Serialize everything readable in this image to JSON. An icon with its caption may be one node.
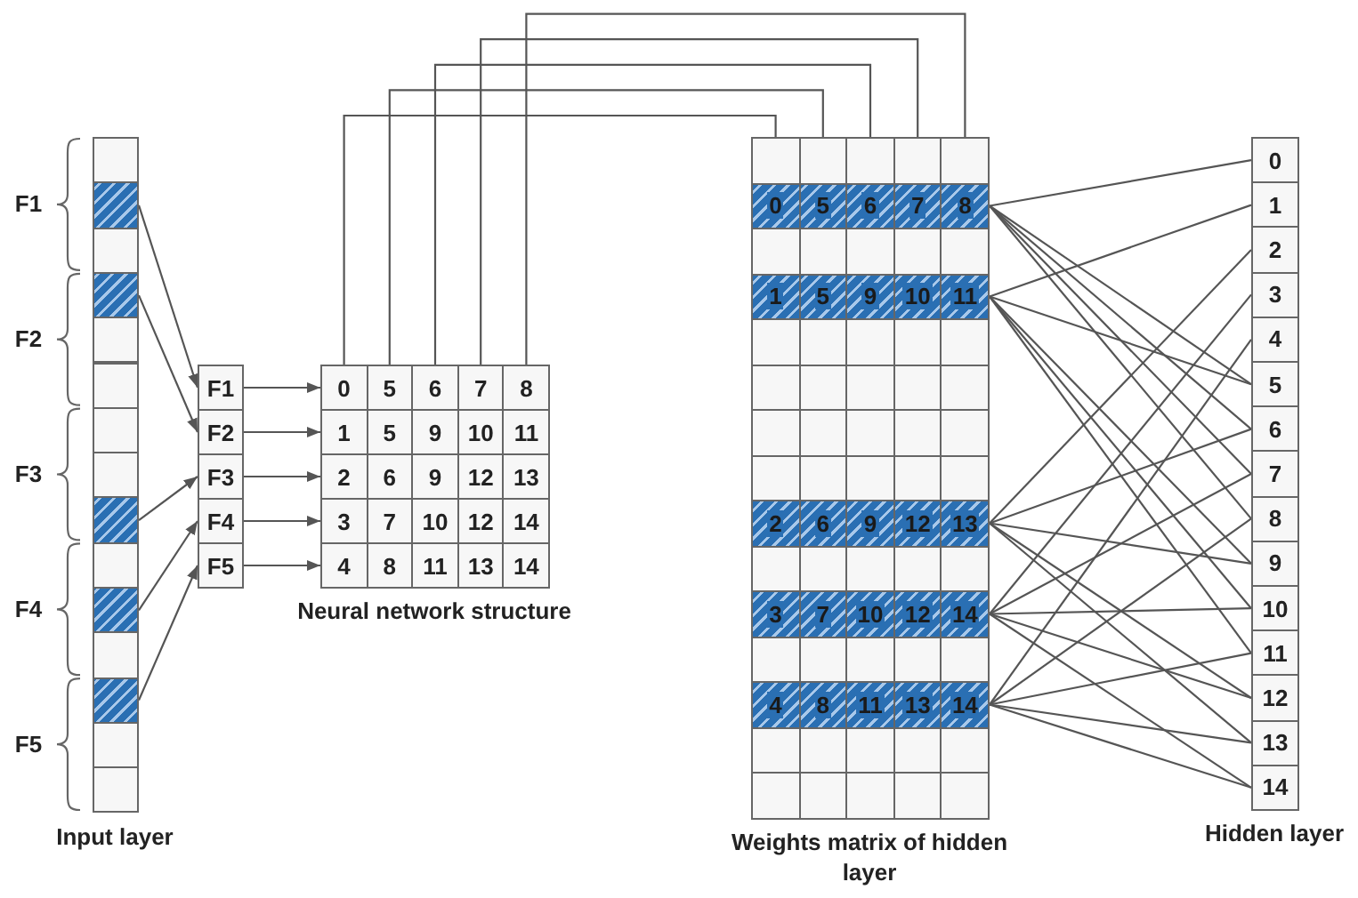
{
  "diagram": {
    "nodes": [
      {
        "text": [
          "Input layer"
        ]
      },
      {
        "text": [],
        "shape": "box",
        "in": 0
      },
      {
        "text": [],
        "shape": "box",
        "in": 0
      },
      {
        "text": [],
        "shape": "box",
        "in": 0
      },
      {
        "text": [],
        "shape": "box",
        "in": 0
      },
      {
        "text": [],
        "shape": "box",
        "in": 0
      },
      {
        "text": [],
        "shape": "box",
        "in": 0
      },
      {
        "text": [],
        "shape": "box",
        "in": 0
      },
      {
        "text": [],
        "shape": "box",
        "in": 0
      },
      {
        "text": [],
        "shape": "box",
        "in": 0
      },
      {
        "text": [],
        "shape": "box",
        "in": 0
      },
      {
        "text": [],
        "shape": "box",
        "in": 0
      },
      {
        "text": [],
        "shape": "box",
        "in": 0
      },
      {
        "text": [],
        "shape": "box",
        "in": 0
      },
      {
        "text": [],
        "shape": "box",
        "in": 0
      },
      {
        "text": [],
        "shape": "box",
        "in": 0
      },
      {
        "text": [
          "F1"
        ]
      },
      {
        "text": [
          "F2"
        ]
      },
      {
        "text": [
          "F3"
        ]
      },
      {
        "text": [
          "F4"
        ]
      },
      {
        "text": [
          "F5"
        ]
      },
      {
        "text": [
          "Neural network structure"
        ]
      },
      {
        "text": [
          "0"
        ],
        "in": 21
      },
      {
        "text": [
          "5"
        ],
        "in": 21
      },
      {
        "text": [
          "6"
        ],
        "in": 21
      },
      {
        "text": [
          "7"
        ],
        "in": 21
      },
      {
        "text": [
          "8"
        ],
        "in": 21
      },
      {
        "text": [
          "1"
        ],
        "in": 21
      },
      {
        "text": [
          "5"
        ],
        "in": 21
      },
      {
        "text": [
          "9"
        ],
        "in": 21
      },
      {
        "text": [
          "10"
        ],
        "in": 21
      },
      {
        "text": [
          "11"
        ],
        "in": 21
      },
      {
        "text": [
          "2"
        ],
        "in": 21
      },
      {
        "text": [
          "6"
        ],
        "in": 21
      },
      {
        "text": [
          "9"
        ],
        "in": 21
      },
      {
        "text": [
          "12"
        ],
        "in": 21
      },
      {
        "text": [
          "13"
        ],
        "in": 21
      },
      {
        "text": [
          "3"
        ],
        "in": 21
      },
      {
        "text": [
          "7"
        ],
        "in": 21
      },
      {
        "text": [
          "10"
        ],
        "in": 21
      },
      {
        "text": [
          "12"
        ],
        "in": 21
      },
      {
        "text": [
          "14"
        ],
        "in": 21
      },
      {
        "text": [
          "4"
        ],
        "in": 21
      },
      {
        "text": [
          "8"
        ],
        "in": 21
      },
      {
        "text": [
          "11"
        ],
        "in": 21
      },
      {
        "text": [
          "13"
        ],
        "in": 21
      },
      {
        "text": [
          "14"
        ],
        "in": 21
      },
      {
        "text": [
          "Weights matrix of hidden layer"
        ]
      },
      {
        "text": [],
        "shape": "box",
        "in": 47
      },
      {
        "text": [],
        "shape": "box",
        "in": 47
      },
      {
        "text": [],
        "shape": "box",
        "in": 47
      },
      {
        "text": [],
        "shape": "box",
        "in": 47
      },
      {
        "text": [],
        "shape": "box",
        "in": 47
      },
      {
        "text": [
          "0"
        ],
        "in": 47
      },
      {
        "text": [
          "5"
        ],
        "in": 47
      },
      {
        "text": [
          "6"
        ],
        "in": 47
      },
      {
        "text": [
          "7"
        ],
        "in": 47
      },
      {
        "text": [
          "8"
        ],
        "in": 47
      },
      {
        "text": [],
        "shape": "box",
        "in": 47
      },
      {
        "text": [],
        "shape": "box",
        "in": 47
      },
      {
        "text": [],
        "shape": "box",
        "in": 47
      },
      {
        "text": [],
        "shape": "box",
        "in": 47
      },
      {
        "text": [],
        "shape": "box",
        "in": 47
      },
      {
        "text": [
          "1"
        ],
        "in": 47
      },
      {
        "text": [
          "5"
        ],
        "in": 47
      },
      {
        "text": [
          "9"
        ],
        "in": 47
      },
      {
        "text": [
          "10"
        ],
        "in": 47
      },
      {
        "text": [
          "11"
        ],
        "in": 47
      },
      {
        "text": [],
        "shape": "box",
        "in": 47
      },
      {
        "text": [],
        "shape": "box",
        "in": 47
      },
      {
        "text": [],
        "shape": "box",
        "in": 47
      },
      {
        "text": [],
        "shape": "box",
        "in": 47
      },
      {
        "text": [],
        "shape": "box",
        "in": 47
      },
      {
        "text": [],
        "shape": "box",
        "in": 47
      },
      {
        "text": [],
        "shape": "box",
        "in": 47
      },
      {
        "text": [],
        "shape": "box",
        "in": 47
      },
      {
        "text": [],
        "shape": "box",
        "in": 47
      },
      {
        "text": [],
        "shape": "box",
        "in": 47
      },
      {
        "text": [],
        "shape": "box",
        "in": 47
      },
      {
        "text": [],
        "shape": "box",
        "in": 47
      },
      {
        "text": [],
        "shape": "box",
        "in": 47
      },
      {
        "text": [],
        "shape": "box",
        "in": 47
      },
      {
        "text": [],
        "shape": "box",
        "in": 47
      },
      {
        "text": [],
        "shape": "box",
        "in": 47
      },
      {
        "text": [],
        "shape": "box",
        "in": 47
      },
      {
        "text": [],
        "shape": "box",
        "in": 47
      },
      {
        "text": [],
        "shape": "box",
        "in": 47
      },
      {
        "text": [],
        "shape": "box",
        "in": 47
      },
      {
        "text": [
          "2"
        ],
        "in": 47
      },
      {
        "text": [
          "6"
        ],
        "in": 47
      },
      {
        "text": [
          "9"
        ],
        "in": 47
      },
      {
        "text": [
          "12"
        ],
        "in": 47
      },
      {
        "text": [
          "13"
        ],
        "in": 47
      },
      {
        "text": [],
        "shape": "box",
        "in": 47
      },
      {
        "text": [],
        "shape": "box",
        "in": 47
      },
      {
        "text": [],
        "shape": "box",
        "in": 47
      },
      {
        "text": [],
        "shape": "box",
        "in": 47
      },
      {
        "text": [],
        "shape": "box",
        "in": 47
      },
      {
        "text": [
          "3"
        ],
        "in": 47
      },
      {
        "text": [
          "7"
        ],
        "in": 47
      },
      {
        "text": [
          "10"
        ],
        "in": 47
      },
      {
        "text": [
          "12"
        ],
        "in": 47
      },
      {
        "text": [
          "14"
        ],
        "in": 47
      },
      {
        "text": [],
        "shape": "box",
        "in": 47
      },
      {
        "text": [],
        "shape": "box",
        "in": 47
      },
      {
        "text": [],
        "shape": "box",
        "in": 47
      },
      {
        "text": [],
        "shape": "box",
        "in": 47
      },
      {
        "text": [],
        "shape": "box",
        "in": 47
      },
      {
        "text": [
          "4"
        ],
        "in": 47
      },
      {
        "text": [
          "8"
        ],
        "in": 47
      },
      {
        "text": [
          "11"
        ],
        "in": 47
      },
      {
        "text": [
          "13"
        ],
        "in": 47
      },
      {
        "text": [
          "14"
        ],
        "in": 47
      },
      {
        "text": [],
        "shape": "box",
        "in": 47
      },
      {
        "text": [],
        "shape": "box",
        "in": 47
      },
      {
        "text": [],
        "shape": "box",
        "in": 47
      },
      {
        "text": [],
        "shape": "box",
        "in": 47
      },
      {
        "text": [],
        "shape": "box",
        "in": 47
      },
      {
        "text": [],
        "shape": "box",
        "in": 47
      },
      {
        "text": [],
        "shape": "box",
        "in": 47
      },
      {
        "text": [],
        "shape": "box",
        "in": 47
      },
      {
        "text": [],
        "shape": "box",
        "in": 47
      },
      {
        "text": [],
        "shape": "box",
        "in": 47
      },
      {
        "text": [
          "Hidden layer"
        ]
      },
      {
        "text": [
          "0"
        ],
        "in": 123
      },
      {
        "text": [
          "1"
        ],
        "in": 123
      },
      {
        "text": [
          "2"
        ],
        "in": 123
      },
      {
        "text": [
          "3"
        ],
        "in": 123
      },
      {
        "text": [
          "4"
        ],
        "in": 123
      },
      {
        "text": [
          "5"
        ],
        "in": 123
      },
      {
        "text": [
          "6"
        ],
        "in": 123
      },
      {
        "text": [
          "7"
        ],
        "in": 123
      },
      {
        "text": [
          "8"
        ],
        "in": 123
      },
      {
        "text": [
          "9"
        ],
        "in": 123
      },
      {
        "text": [
          "10"
        ],
        "in": 123
      },
      {
        "text": [
          "11"
        ],
        "in": 123
      },
      {
        "text": [
          "12"
        ],
        "in": 123
      },
      {
        "text": [
          "13"
        ],
        "in": 123
      },
      {
        "text": [
          "14"
        ],
        "in": 123
      }
    ],
    "edges": [
      {
        "from": 2,
        "to": 16,
        "arrow": "to"
      },
      {
        "from": 4,
        "to": 17,
        "arrow": "to"
      },
      {
        "from": 9,
        "to": 18,
        "arrow": "to"
      },
      {
        "from": 11,
        "to": 19,
        "arrow": "to"
      },
      {
        "from": 13,
        "to": 20,
        "arrow": "to"
      },
      {
        "from": 16,
        "to": 22,
        "arrow": "to"
      },
      {
        "from": 17,
        "to": 27,
        "arrow": "to"
      },
      {
        "from": 18,
        "to": 32,
        "arrow": "to"
      },
      {
        "from": 19,
        "to": 37,
        "arrow": "to"
      },
      {
        "from": 20,
        "to": 42,
        "arrow": "to"
      },
      {
        "from": 22,
        "to": 48,
        "arrow": "none"
      },
      {
        "from": 23,
        "to": 49,
        "arrow": "none"
      },
      {
        "from": 24,
        "to": 50,
        "arrow": "none"
      },
      {
        "from": 25,
        "to": 51,
        "arrow": "none"
      },
      {
        "from": 26,
        "to": 52,
        "arrow": "none"
      },
      {
        "from": 57,
        "to": 124,
        "arrow": "none"
      },
      {
        "from": 57,
        "to": 129,
        "arrow": "none"
      },
      {
        "from": 57,
        "to": 130,
        "arrow": "none"
      },
      {
        "from": 57,
        "to": 131,
        "arrow": "none"
      },
      {
        "from": 57,
        "to": 132,
        "arrow": "none"
      },
      {
        "from": 67,
        "to": 125,
        "arrow": "none"
      },
      {
        "from": 67,
        "to": 129,
        "arrow": "none"
      },
      {
        "from": 67,
        "to": 133,
        "arrow": "none"
      },
      {
        "from": 67,
        "to": 134,
        "arrow": "none"
      },
      {
        "from": 67,
        "to": 135,
        "arrow": "none"
      },
      {
        "from": 92,
        "to": 126,
        "arrow": "none"
      },
      {
        "from": 92,
        "to": 130,
        "arrow": "none"
      },
      {
        "from": 92,
        "to": 133,
        "arrow": "none"
      },
      {
        "from": 92,
        "to": 136,
        "arrow": "none"
      },
      {
        "from": 92,
        "to": 137,
        "arrow": "none"
      },
      {
        "from": 102,
        "to": 127,
        "arrow": "none"
      },
      {
        "from": 102,
        "to": 131,
        "arrow": "none"
      },
      {
        "from": 102,
        "to": 134,
        "arrow": "none"
      },
      {
        "from": 102,
        "to": 136,
        "arrow": "none"
      },
      {
        "from": 102,
        "to": 138,
        "arrow": "none"
      },
      {
        "from": 112,
        "to": 128,
        "arrow": "none"
      },
      {
        "from": 112,
        "to": 132,
        "arrow": "none"
      },
      {
        "from": 112,
        "to": 135,
        "arrow": "none"
      },
      {
        "from": 112,
        "to": 137,
        "arrow": "none"
      },
      {
        "from": 112,
        "to": 138,
        "arrow": "none"
      }
    ],
    "labels": [
      "F1",
      "F2",
      "F3",
      "F4",
      "F5"
    ]
  }
}
